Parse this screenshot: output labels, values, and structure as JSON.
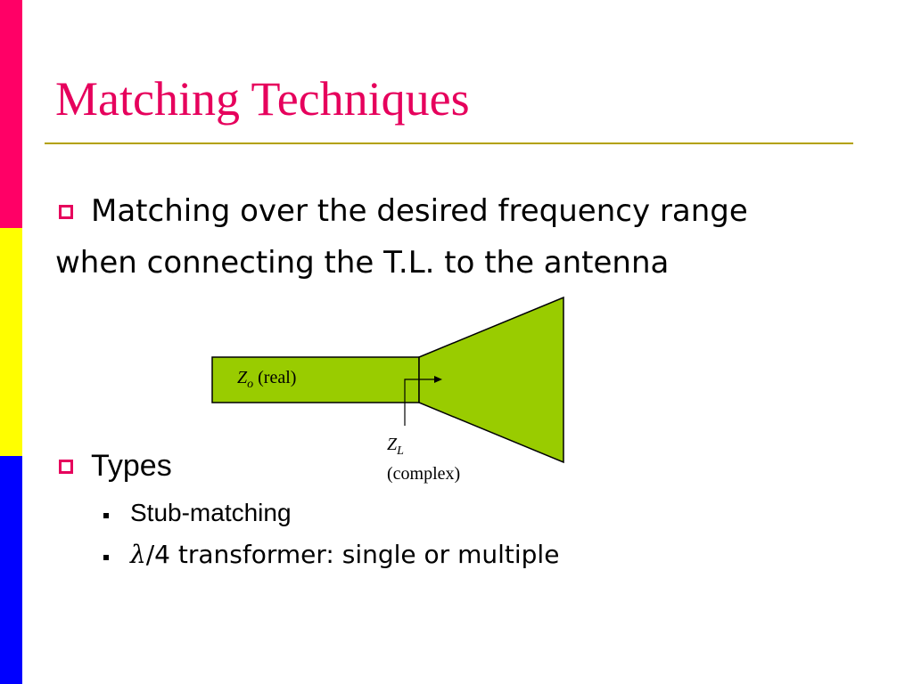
{
  "slide": {
    "title": "Matching Techniques",
    "bullets": [
      {
        "lines": [
          "Matching over the desired frequency range",
          "when connecting the T.L. to the antenna"
        ]
      },
      {
        "text": "Types",
        "subitems": [
          {
            "text": "Stub-matching"
          },
          {
            "lambda": "λ",
            "text": "/4 transformer: single or multiple"
          }
        ]
      }
    ]
  },
  "diagram": {
    "line_label": {
      "symbol": "Z",
      "subscript": "o",
      "note": " (real)"
    },
    "load_label": {
      "symbol": "Z",
      "subscript": "L",
      "note": "(complex)"
    }
  },
  "colors": {
    "title": "#e6005c",
    "stripe_top": "#ff0066",
    "stripe_middle": "#ffff00",
    "stripe_bottom": "#0000ff",
    "rule": "#b3a100",
    "bullet_square": "#e6005c",
    "diagram_fill": "#99cc00",
    "diagram_stroke": "#000000"
  }
}
